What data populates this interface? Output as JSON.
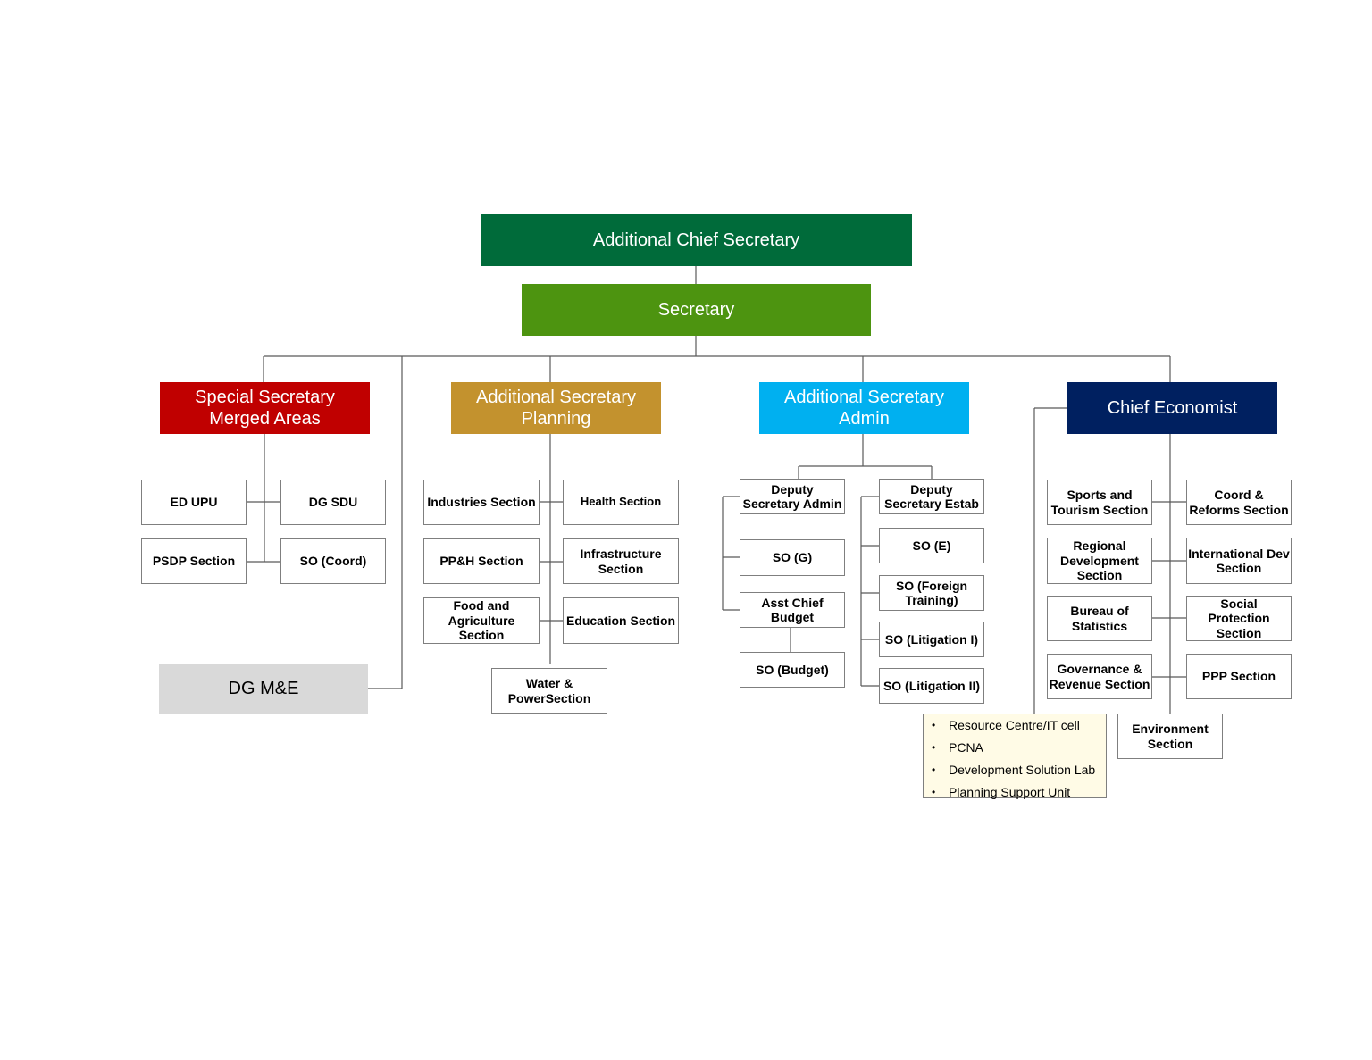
{
  "top": {
    "acs": "Additional Chief Secretary",
    "secretary": "Secretary"
  },
  "colors": {
    "acs": "#006b3a",
    "secretary": "#4d9410",
    "special": "#c00000",
    "planning": "#c3922e",
    "admin": "#00b0f0",
    "economist": "#002060",
    "dgme": "#d9d9d9",
    "connector": "#595959"
  },
  "branches": {
    "special": {
      "title": "Special Secretary\nMerged Areas",
      "units": [
        "ED UPU",
        "DG SDU",
        "PSDP Section",
        "SO (Coord)"
      ]
    },
    "dgme": "DG M&E",
    "planning": {
      "title": "Additional Secretary\nPlanning",
      "units": [
        "Industries Section",
        "Health Section",
        "PP&H Section",
        "Infrastructure\nSection",
        "Food and\nAgriculture\nSection",
        "Education Section",
        "Water &\nPowerSection"
      ]
    },
    "admin": {
      "title": "Additional Secretary\nAdmin",
      "deputy_admin": "Deputy\nSecretary Admin",
      "deputy_estab": "Deputy\nSecretary Estab",
      "admin_units": [
        "SO (G)",
        "Asst Chief\nBudget",
        "SO (Budget)"
      ],
      "estab_units": [
        "SO (E)",
        "SO (Foreign\nTraining)",
        "SO (Litigation I)",
        "SO (Litigation II)"
      ]
    },
    "economist": {
      "title": "Chief Economist",
      "units": [
        "Sports and\nTourism Section",
        "Coord &\nReforms Section",
        "Regional\nDevelopment\nSection",
        "International Dev\nSection",
        "Bureau of\nStatistics",
        "Social\nProtection\nSection",
        "Governance &\nRevenue Section",
        "PPP Section",
        "Environment\nSection"
      ],
      "cells": [
        "Resource Centre/IT cell",
        "PCNA",
        "Development Solution Lab",
        "Planning Support Unit"
      ]
    }
  }
}
